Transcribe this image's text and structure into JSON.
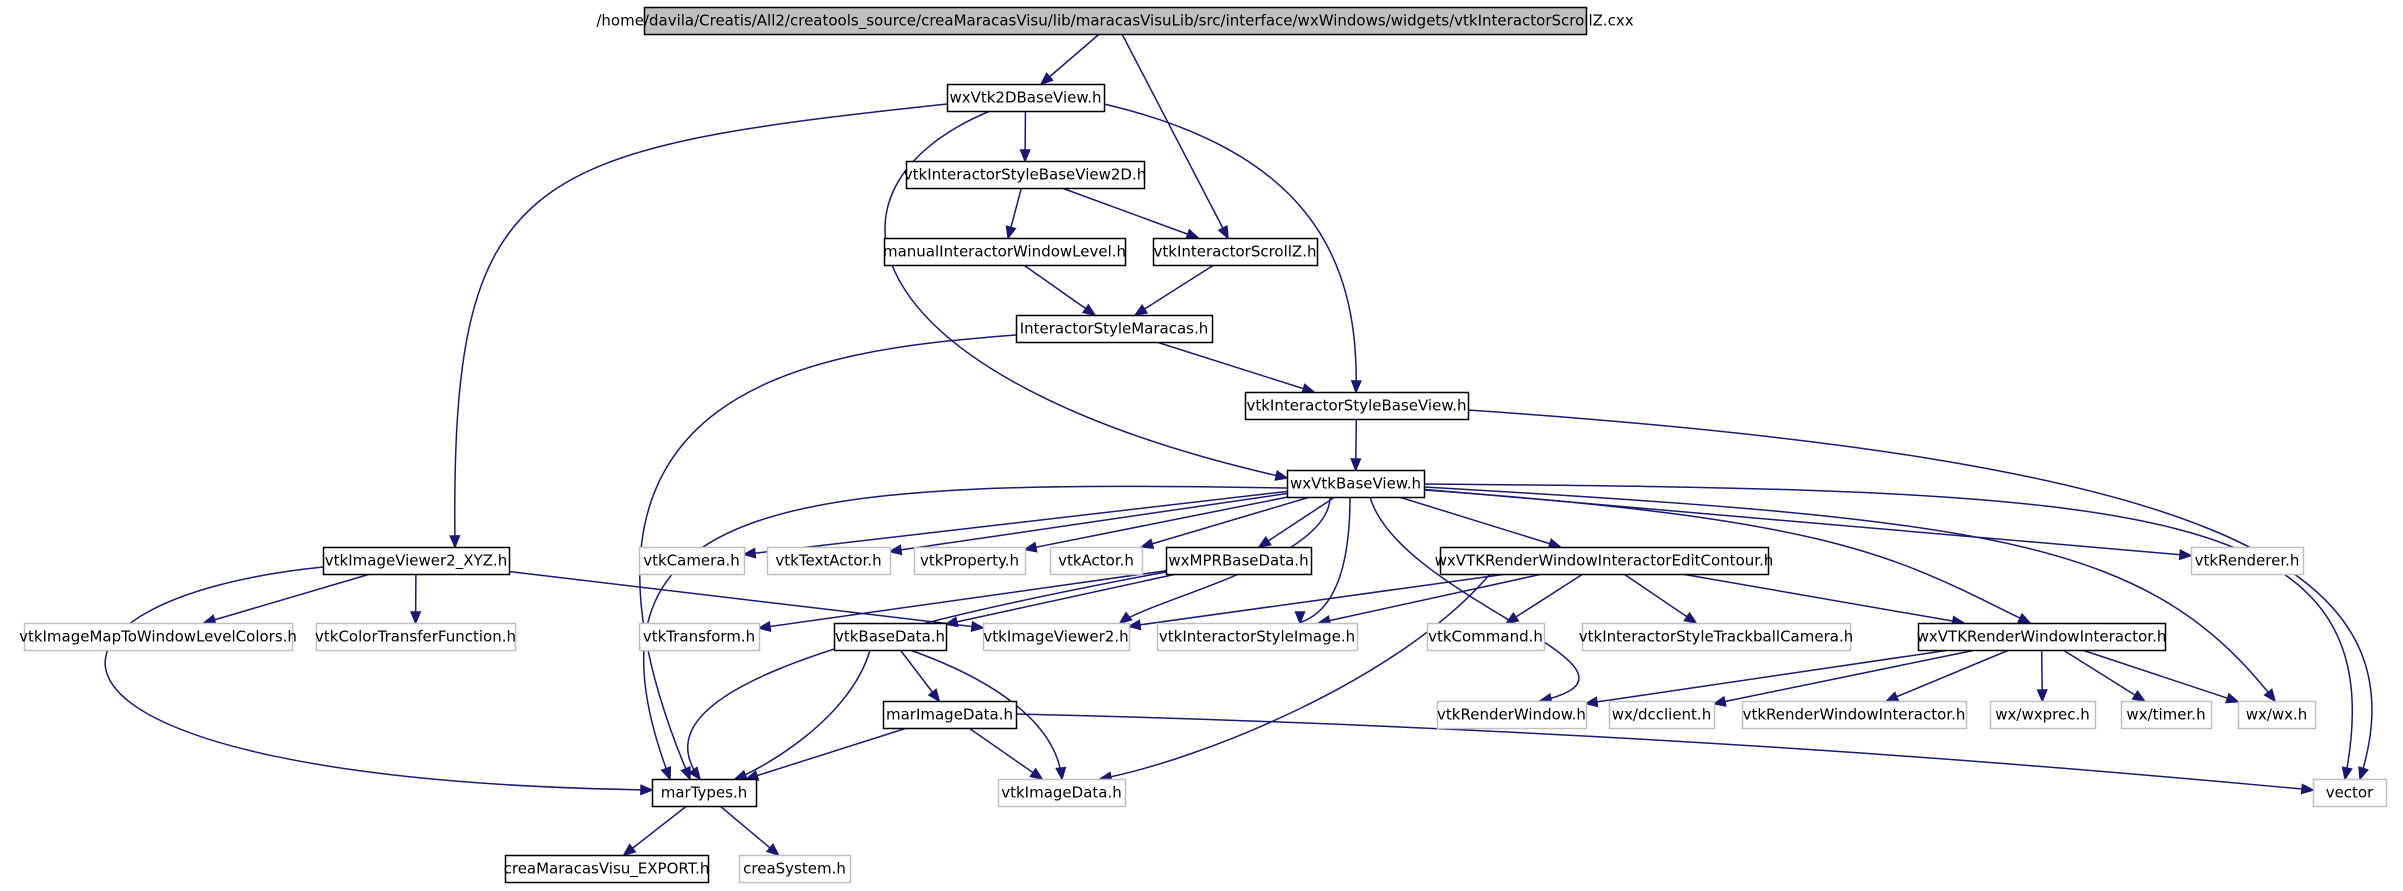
{
  "colors": {
    "edge": "#191970",
    "node_border": "#000000",
    "external_border": "#bfbfbf",
    "root_fill": "#bfbfbf",
    "node_fill": "#ffffff"
  },
  "nodes": [
    {
      "id": "root",
      "label": "/home/davila/Creatis/All2/creatools_source/creaMaracasVisu/lib/maracasVisuLib/src/interface/wxWindows/widgets/vtkInteractorScrollZ.cxx",
      "kind": "root"
    },
    {
      "id": "wxVtk2DBaseView",
      "label": "wxVtk2DBaseView.h",
      "kind": "local"
    },
    {
      "id": "vtkInteractorStyleBaseView2D",
      "label": "vtkInteractorStyleBaseView2D.h",
      "kind": "local"
    },
    {
      "id": "manualInteractorWindowLevel",
      "label": "manualInteractorWindowLevel.h",
      "kind": "local"
    },
    {
      "id": "vtkInteractorScrollZ",
      "label": "vtkInteractorScrollZ.h",
      "kind": "local"
    },
    {
      "id": "InteractorStyleMaracas",
      "label": "InteractorStyleMaracas.h",
      "kind": "local"
    },
    {
      "id": "vtkInteractorStyleBaseView",
      "label": "vtkInteractorStyleBaseView.h",
      "kind": "local"
    },
    {
      "id": "wxVtkBaseView",
      "label": "wxVtkBaseView.h",
      "kind": "local"
    },
    {
      "id": "vtkImageViewer2_XYZ",
      "label": "vtkImageViewer2_XYZ.h",
      "kind": "local"
    },
    {
      "id": "vtkImageMapToWindowLevelColors",
      "label": "vtkImageMapToWindowLevelColors.h",
      "kind": "external"
    },
    {
      "id": "vtkColorTransferFunction",
      "label": "vtkColorTransferFunction.h",
      "kind": "external"
    },
    {
      "id": "vtkCamera",
      "label": "vtkCamera.h",
      "kind": "external"
    },
    {
      "id": "vtkTextActor",
      "label": "vtkTextActor.h",
      "kind": "external"
    },
    {
      "id": "vtkProperty",
      "label": "vtkProperty.h",
      "kind": "external"
    },
    {
      "id": "vtkActor",
      "label": "vtkActor.h",
      "kind": "external"
    },
    {
      "id": "wxMPRBaseData",
      "label": "wxMPRBaseData.h",
      "kind": "local"
    },
    {
      "id": "wxVTKRenderWindowInteractorEditContour",
      "label": "wxVTKRenderWindowInteractorEditContour.h",
      "kind": "local"
    },
    {
      "id": "vtkRenderer",
      "label": "vtkRenderer.h",
      "kind": "external"
    },
    {
      "id": "vtkTransform",
      "label": "vtkTransform.h",
      "kind": "external"
    },
    {
      "id": "vtkBaseData",
      "label": "vtkBaseData.h",
      "kind": "local"
    },
    {
      "id": "vtkImageViewer2",
      "label": "vtkImageViewer2.h",
      "kind": "external"
    },
    {
      "id": "vtkInteractorStyleImage",
      "label": "vtkInteractorStyleImage.h",
      "kind": "external"
    },
    {
      "id": "vtkCommand",
      "label": "vtkCommand.h",
      "kind": "external"
    },
    {
      "id": "vtkInteractorStyleTrackballCamera",
      "label": "vtkInteractorStyleTrackballCamera.h",
      "kind": "external"
    },
    {
      "id": "wxVTKRenderWindowInteractor",
      "label": "wxVTKRenderWindowInteractor.h",
      "kind": "local"
    },
    {
      "id": "marImageData",
      "label": "marImageData.h",
      "kind": "local"
    },
    {
      "id": "vtkRenderWindow",
      "label": "vtkRenderWindow.h",
      "kind": "external"
    },
    {
      "id": "wxdcclient",
      "label": "wx/dcclient.h",
      "kind": "external"
    },
    {
      "id": "vtkRenderWindowInteractor",
      "label": "vtkRenderWindowInteractor.h",
      "kind": "external"
    },
    {
      "id": "wxwxprec",
      "label": "wx/wxprec.h",
      "kind": "external"
    },
    {
      "id": "wxtimer",
      "label": "wx/timer.h",
      "kind": "external"
    },
    {
      "id": "wxwx",
      "label": "wx/wx.h",
      "kind": "external"
    },
    {
      "id": "marTypes",
      "label": "marTypes.h",
      "kind": "local"
    },
    {
      "id": "vtkImageData",
      "label": "vtkImageData.h",
      "kind": "external"
    },
    {
      "id": "vector",
      "label": "vector",
      "kind": "external"
    },
    {
      "id": "creaMaracasVisu_EXPORT",
      "label": "creaMaracasVisu_EXPORT.h",
      "kind": "local"
    },
    {
      "id": "creaSystem",
      "label": "creaSystem.h",
      "kind": "external"
    }
  ],
  "edges": [
    [
      "root",
      "wxVtk2DBaseView"
    ],
    [
      "root",
      "vtkInteractorScrollZ"
    ],
    [
      "wxVtk2DBaseView",
      "vtkInteractorStyleBaseView2D"
    ],
    [
      "wxVtk2DBaseView",
      "vtkImageViewer2_XYZ"
    ],
    [
      "wxVtk2DBaseView",
      "wxVtkBaseView"
    ],
    [
      "wxVtk2DBaseView",
      "vtkInteractorStyleBaseView"
    ],
    [
      "vtkInteractorStyleBaseView2D",
      "manualInteractorWindowLevel"
    ],
    [
      "vtkInteractorStyleBaseView2D",
      "vtkInteractorScrollZ"
    ],
    [
      "manualInteractorWindowLevel",
      "InteractorStyleMaracas"
    ],
    [
      "vtkInteractorScrollZ",
      "InteractorStyleMaracas"
    ],
    [
      "InteractorStyleMaracas",
      "vtkInteractorStyleBaseView"
    ],
    [
      "InteractorStyleMaracas",
      "marTypes"
    ],
    [
      "vtkInteractorStyleBaseView",
      "wxVtkBaseView"
    ],
    [
      "vtkInteractorStyleBaseView",
      "vector"
    ],
    [
      "wxVtkBaseView",
      "marTypes"
    ],
    [
      "wxVtkBaseView",
      "vtkCamera"
    ],
    [
      "wxVtkBaseView",
      "vtkTextActor"
    ],
    [
      "wxVtkBaseView",
      "vtkProperty"
    ],
    [
      "wxVtkBaseView",
      "vtkActor"
    ],
    [
      "wxVtkBaseView",
      "wxMPRBaseData"
    ],
    [
      "wxVtkBaseView",
      "vtkInteractorStyleImage"
    ],
    [
      "wxVtkBaseView",
      "vtkImageViewer2"
    ],
    [
      "wxVtkBaseView",
      "wxVTKRenderWindowInteractorEditContour"
    ],
    [
      "wxVtkBaseView",
      "vtkRenderWindow"
    ],
    [
      "wxVtkBaseView",
      "wxVTKRenderWindowInteractor"
    ],
    [
      "wxVtkBaseView",
      "wxwx"
    ],
    [
      "wxVtkBaseView",
      "vtkRenderer"
    ],
    [
      "wxVtkBaseView",
      "vector"
    ],
    [
      "vtkImageViewer2_XYZ",
      "vtkImageMapToWindowLevelColors"
    ],
    [
      "vtkImageViewer2_XYZ",
      "vtkColorTransferFunction"
    ],
    [
      "vtkImageViewer2_XYZ",
      "vtkImageViewer2"
    ],
    [
      "vtkImageViewer2_XYZ",
      "marTypes"
    ],
    [
      "wxMPRBaseData",
      "vtkTransform"
    ],
    [
      "wxMPRBaseData",
      "vtkBaseData"
    ],
    [
      "wxMPRBaseData",
      "marTypes"
    ],
    [
      "wxVTKRenderWindowInteractorEditContour",
      "vtkImageViewer2"
    ],
    [
      "wxVTKRenderWindowInteractorEditContour",
      "vtkInteractorStyleImage"
    ],
    [
      "wxVTKRenderWindowInteractorEditContour",
      "vtkCommand"
    ],
    [
      "wxVTKRenderWindowInteractorEditContour",
      "vtkInteractorStyleTrackballCamera"
    ],
    [
      "wxVTKRenderWindowInteractorEditContour",
      "wxVTKRenderWindowInteractor"
    ],
    [
      "wxVTKRenderWindowInteractorEditContour",
      "vtkImageData"
    ],
    [
      "wxVTKRenderWindowInteractor",
      "vtkRenderWindow"
    ],
    [
      "wxVTKRenderWindowInteractor",
      "wxdcclient"
    ],
    [
      "wxVTKRenderWindowInteractor",
      "vtkRenderWindowInteractor"
    ],
    [
      "wxVTKRenderWindowInteractor",
      "wxwxprec"
    ],
    [
      "wxVTKRenderWindowInteractor",
      "wxtimer"
    ],
    [
      "wxVTKRenderWindowInteractor",
      "wxwx"
    ],
    [
      "vtkBaseData",
      "marImageData"
    ],
    [
      "vtkBaseData",
      "marTypes"
    ],
    [
      "vtkBaseData",
      "vtkImageData"
    ],
    [
      "marImageData",
      "marTypes"
    ],
    [
      "marImageData",
      "vtkImageData"
    ],
    [
      "marImageData",
      "vector"
    ],
    [
      "marTypes",
      "creaMaracasVisu_EXPORT"
    ],
    [
      "marTypes",
      "creaSystem"
    ]
  ]
}
